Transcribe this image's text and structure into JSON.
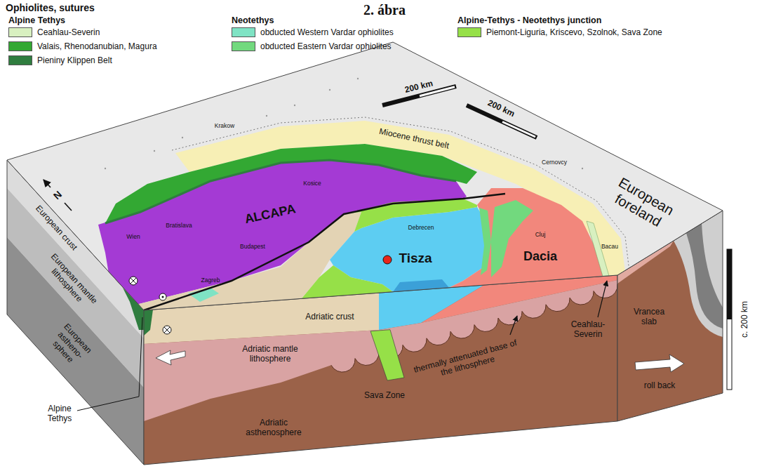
{
  "diagram": {
    "title": "2. ábra",
    "labels": [
      "Ophiolites, sutures",
      "Alpine Tethys",
      "Neotethys",
      "Alpine-Tethys - Neotethys junction",
      "200 km",
      "200 km",
      "European foreland",
      "Miocene thrust belt",
      "N",
      "ALCAPA",
      "Tisza",
      "Dacia",
      "European crust",
      "European mantle lithosphere",
      "European astheno- sphere",
      "Alpine Tethys",
      "Adriatic crust",
      "Adriatic mantle lithosphere",
      "Adriatic asthenosphere",
      "Sava Zone",
      "thermally attenuated base of the lithosphere",
      "Ceahlau- Severin",
      "Vrancea slab",
      "roll back",
      "c. 200 km",
      "Krakow",
      "Cernovcy",
      "Wien",
      "Bratislava",
      "Budapest",
      "Kosice",
      "Debrecen",
      "Cluj",
      "Zagreb",
      "Bacau"
    ],
    "legend": [
      {
        "text": "Ceahlau-Severin",
        "color": "#d8f0c0"
      },
      {
        "text": "Valais, Rhenodanubian, Magura",
        "color": "#33a833"
      },
      {
        "text": "Pieniny Klippen Belt",
        "color": "#2f7d3f"
      },
      {
        "text": "obducted Western Vardar ophiolites",
        "color": "#7fe3c4"
      },
      {
        "text": "obducted Eastern Vardar ophiolites",
        "color": "#72d97e"
      },
      {
        "text": "Piemont-Liguria, Kriscevo, Szolnok, Sava Zone",
        "color": "#96e048"
      }
    ]
  }
}
